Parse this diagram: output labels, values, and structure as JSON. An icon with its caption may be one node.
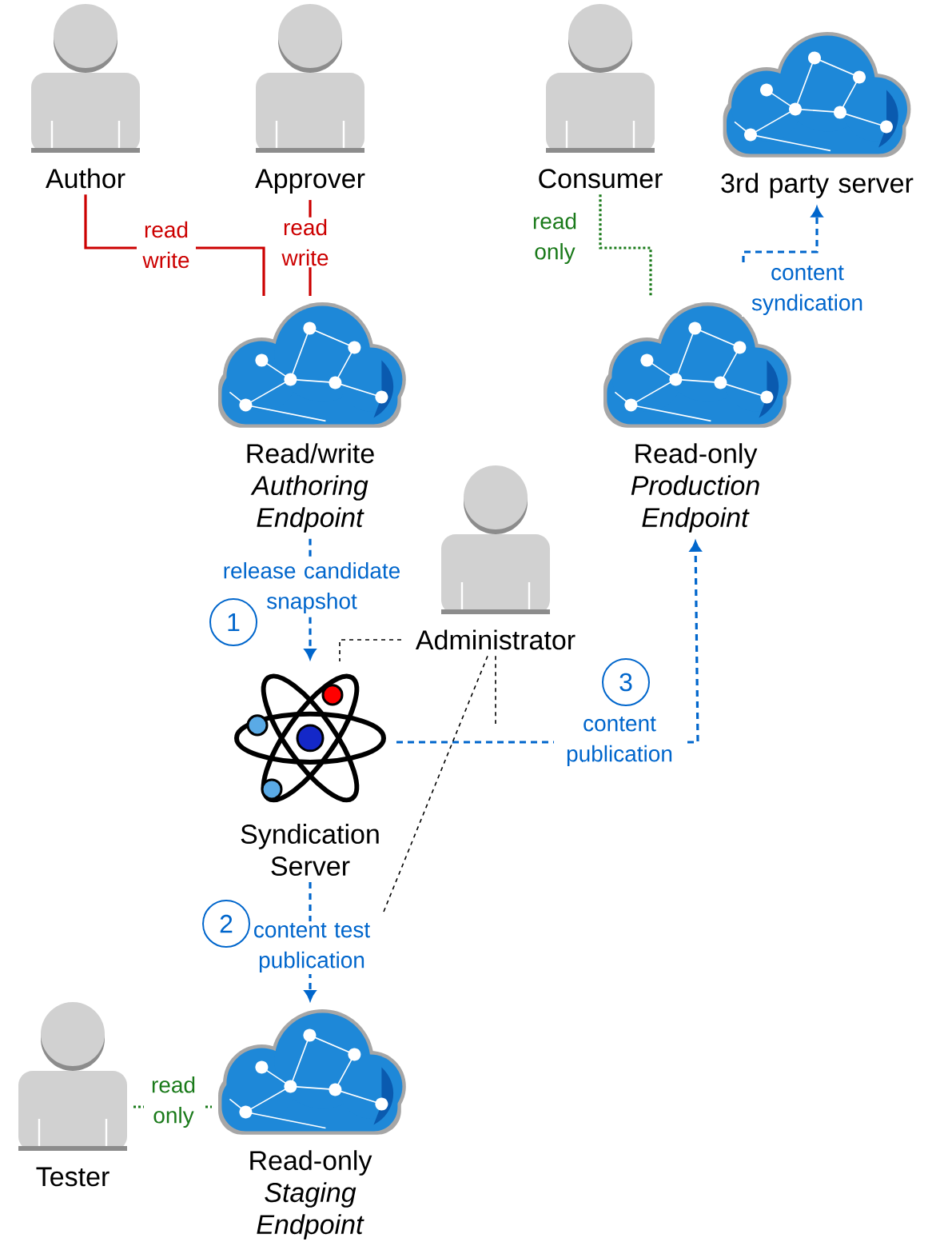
{
  "diagram": {
    "nodes": [
      {
        "text": [
          "Author"
        ]
      },
      {
        "text": [
          "Approver"
        ]
      },
      {
        "text": [
          "Consumer"
        ]
      },
      {
        "text": [
          "3rd party server"
        ]
      },
      {
        "text": [
          "Read/write *Authoring Endpoint*"
        ]
      },
      {
        "text": [
          "Read-only *Production Endpoint*"
        ]
      },
      {
        "text": [
          "Administrator"
        ]
      },
      {
        "text": [
          "Syndication Server"
        ]
      },
      {
        "text": [
          "Tester"
        ]
      },
      {
        "text": [
          "Read-only *Staging Endpoint*"
        ]
      }
    ],
    "edges": [
      {
        "from": 0,
        "to": 4,
        "arrow": "none",
        "label": "read write",
        "color": "#cc0000"
      },
      {
        "from": 1,
        "to": 4,
        "arrow": "none",
        "label": "read write",
        "color": "#cc0000"
      },
      {
        "from": 2,
        "to": 5,
        "arrow": "none",
        "label": "read only",
        "style": "dashed",
        "color": "#1a7a1a"
      },
      {
        "from": 5,
        "to": 3,
        "arrow": "to",
        "label": "content syndication",
        "style": "dashed",
        "color": "#0066cc"
      },
      {
        "from": 4,
        "to": 7,
        "arrow": "to",
        "label": "release candidate snapshot",
        "style": "dashed",
        "color": "#0066cc"
      },
      {
        "from": 7,
        "to": 9,
        "arrow": "to",
        "label": "content test publication",
        "style": "dashed",
        "color": "#0066cc"
      },
      {
        "from": 7,
        "to": 5,
        "arrow": "to",
        "label": "content publication",
        "style": "dashed",
        "color": "#0066cc"
      },
      {
        "from": 8,
        "to": 9,
        "arrow": "none",
        "label": "read only",
        "style": "dashed",
        "color": "#1a7a1a"
      },
      {
        "from": 6,
        "to": 7,
        "arrow": "none",
        "style": "dashed",
        "color": "#000000"
      },
      {
        "from": 6,
        "to": null,
        "arrow": "none",
        "style": "dashed",
        "color": "#000000"
      },
      {
        "from": 6,
        "to": null,
        "arrow": "none",
        "style": "dashed",
        "color": "#000000"
      }
    ],
    "labels": [
      "1",
      "2",
      "3"
    ]
  }
}
